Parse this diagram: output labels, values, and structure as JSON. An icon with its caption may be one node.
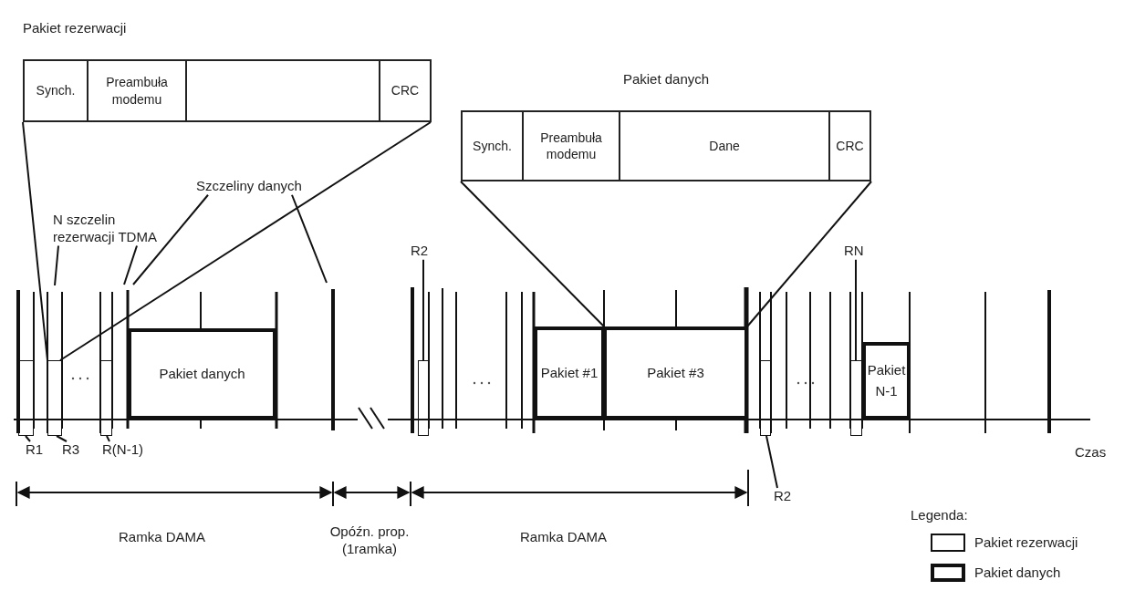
{
  "diagram": {
    "nodes": [
      {
        "text": [
          "Pakiet rezerwacji"
        ]
      },
      {
        "text": [
          "Synch."
        ],
        "in": 0
      },
      {
        "text": [
          "Preambuła modemu"
        ],
        "in": 0
      },
      {
        "text": [],
        "shape": "box",
        "in": 0
      },
      {
        "text": [
          "CRC"
        ],
        "in": 0
      },
      {
        "text": [
          "Pakiet danych"
        ]
      },
      {
        "text": [
          "Synch."
        ],
        "in": 5
      },
      {
        "text": [
          "Preambuła modemu"
        ],
        "in": 5
      },
      {
        "text": [
          "Dane"
        ],
        "in": 5
      },
      {
        "text": [
          "CRC"
        ],
        "in": 5
      },
      {
        "text": [],
        "shape": "box"
      },
      {
        "text": [
          "Pakiet danych"
        ]
      },
      {
        "text": [
          "Pakiet #1"
        ]
      },
      {
        "text": [
          "Pakiet #3"
        ]
      },
      {
        "text": [
          "Pakiet N-1"
        ]
      },
      {
        "text": [
          "N szczelin rezerwacji TDMA"
        ]
      },
      {
        "text": [
          "Szczeliny danych"
        ]
      },
      {
        "text": [
          "R1"
        ]
      },
      {
        "text": [
          "R3"
        ]
      },
      {
        "text": [
          "R(N-1)"
        ]
      },
      {
        "text": [
          "R2"
        ]
      },
      {
        "text": [
          "RN"
        ]
      },
      {
        "text": [
          "R2"
        ]
      },
      {
        "text": [],
        "shape": "box"
      },
      {
        "text": [],
        "shape": "box"
      },
      {
        "text": [],
        "shape": "box"
      },
      {
        "text": [],
        "shape": "box"
      },
      {
        "text": [],
        "shape": "box"
      }
    ],
    "edges": [
      {
        "from": 0,
        "to": 23,
        "arrow": "none"
      },
      {
        "from": 0,
        "to": 23,
        "arrow": "none"
      },
      {
        "from": 5,
        "to": 13,
        "arrow": "none"
      },
      {
        "from": 5,
        "to": 13,
        "arrow": "none"
      },
      {
        "from": 15,
        "to": null,
        "arrow": "none"
      },
      {
        "from": 15,
        "to": null,
        "arrow": "none"
      },
      {
        "from": 16,
        "to": null,
        "arrow": "none"
      },
      {
        "from": 16,
        "to": null,
        "arrow": "none"
      },
      {
        "from": 17,
        "to": 10,
        "arrow": "none"
      },
      {
        "from": 18,
        "to": 23,
        "arrow": "none"
      },
      {
        "from": 19,
        "to": 24,
        "arrow": "none"
      },
      {
        "from": 20,
        "to": 25,
        "arrow": "none"
      },
      {
        "from": 21,
        "to": 27,
        "arrow": "none"
      },
      {
        "from": 22,
        "to": 26,
        "arrow": "none"
      }
    ],
    "labels": [
      "Czas",
      "Ramka DAMA",
      "Opóźn. prop. (1ramka)",
      "Ramka DAMA",
      "Legenda:"
    ],
    "legend": [
      {
        "text": "Pakiet rezerwacji"
      },
      {
        "text": "Pakiet danych"
      }
    ]
  }
}
